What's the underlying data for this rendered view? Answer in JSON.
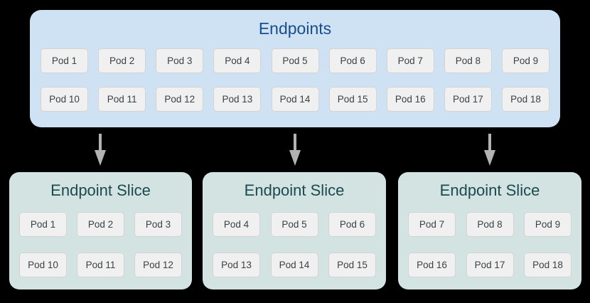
{
  "diagram": {
    "title": "Endpoints to Endpoint Slices diagram",
    "colors": {
      "page_background": "#000000",
      "endpoints_box_fill": "#cfe2f4",
      "endpoints_title_text": "#1a4d8c",
      "slice_box_fill": "#d2e3e1",
      "slice_title_text": "#1b4a4f",
      "pod_fill": "#f0f0f0",
      "pod_border": "#d3d3d3",
      "pod_text": "#3d4045",
      "arrow": "#b3b3b3"
    }
  },
  "endpoints": {
    "title": "Endpoints",
    "rows": [
      [
        "Pod 1",
        "Pod 2",
        "Pod 3",
        "Pod 4",
        "Pod 5",
        "Pod 6",
        "Pod 7",
        "Pod 8",
        "Pod 9"
      ],
      [
        "Pod 10",
        "Pod 11",
        "Pod 12",
        "Pod 13",
        "Pod 14",
        "Pod 15",
        "Pod 16",
        "Pod 17",
        "Pod 18"
      ]
    ]
  },
  "arrows": [
    {
      "icon": "down-arrow-icon"
    },
    {
      "icon": "down-arrow-icon"
    },
    {
      "icon": "down-arrow-icon"
    }
  ],
  "slices": [
    {
      "title": "Endpoint Slice",
      "rows": [
        [
          "Pod 1",
          "Pod 2",
          "Pod 3"
        ],
        [
          "Pod 10",
          "Pod 11",
          "Pod 12"
        ]
      ]
    },
    {
      "title": "Endpoint Slice",
      "rows": [
        [
          "Pod 4",
          "Pod 5",
          "Pod 6"
        ],
        [
          "Pod 13",
          "Pod 14",
          "Pod 15"
        ]
      ]
    },
    {
      "title": "Endpoint Slice",
      "rows": [
        [
          "Pod 7",
          "Pod 8",
          "Pod 9"
        ],
        [
          "Pod 16",
          "Pod 17",
          "Pod 18"
        ]
      ]
    }
  ]
}
